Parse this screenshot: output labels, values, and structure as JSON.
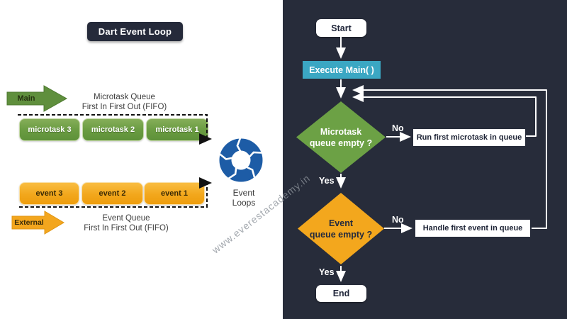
{
  "left_panel": {
    "title": "Dart Event Loop",
    "main_arrow_label": "Main",
    "external_arrow_label": "External",
    "microtask_queue": {
      "heading": "Microtask Queue",
      "subheading": "First In First Out (FIFO)",
      "items": [
        "microtask 3",
        "microtask 2",
        "microtask 1"
      ]
    },
    "event_queue": {
      "heading": "Event Queue",
      "subheading": "First In First Out (FIFO)",
      "items": [
        "event 3",
        "event 2",
        "event 1"
      ]
    },
    "event_loops_label": {
      "line1": "Event",
      "line2": "Loops"
    },
    "watermark": "www.everestacademy.in"
  },
  "flowchart": {
    "start_label": "Start",
    "execute_main_label": "Execute Main( )",
    "microtask_decision": {
      "line1": "Microtask",
      "line2": "queue empty ?"
    },
    "run_microtask_label": "Run first microtask in queue",
    "event_decision": {
      "line1": "Event",
      "line2": "queue empty ?"
    },
    "handle_event_label": "Handle first event in queue",
    "end_label": "End",
    "edge_labels": {
      "microtask_no": "No",
      "microtask_yes": "Yes",
      "event_no": "No",
      "event_yes": "Yes"
    }
  },
  "colors": {
    "right_panel_bg": "#272c3a",
    "title_box_bg": "#252a3a",
    "execute_main_bg": "#3ba7c3",
    "microtask_diamond_green": "#6ca145",
    "event_diamond_orange": "#f3a71d",
    "queue_box_green": "#699b41",
    "queue_box_orange": "#f2a71c",
    "main_arrow_green": "#5f8f3d",
    "external_arrow_orange": "#f3a61e",
    "loop_icon_blue": "#1d5ca6"
  }
}
